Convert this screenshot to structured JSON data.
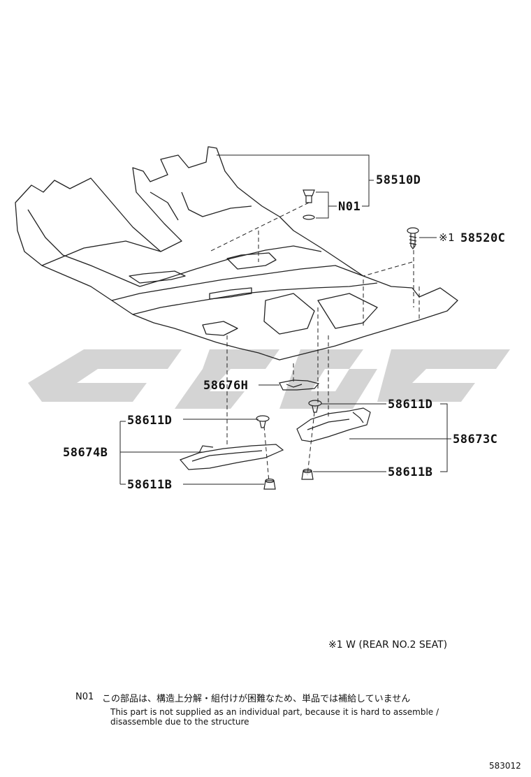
{
  "parts": {
    "p58510D": "58510D",
    "pN01": "N01",
    "p58520C": "58520C",
    "mark1": "※1",
    "p58676H": "58676H",
    "p58611D_right": "58611D",
    "p58611D_left": "58611D",
    "p58673C": "58673C",
    "p58674B": "58674B",
    "p58611B_right": "58611B",
    "p58611B_left": "58611B"
  },
  "notes": {
    "footnote": "※1 W (REAR NO.2 SEAT)",
    "n01_code": "N01",
    "n01_jp": "この部品は、構造上分解・組付けが困難なため、単品では補給していません",
    "n01_en_line1": "This part is not supplied as an individual part, because it is hard to assemble /",
    "n01_en_line2": "disassemble due to the structure"
  },
  "figure_number": "583012",
  "colors": {
    "line": "#222222",
    "watermark": "#d4d4d4",
    "text": "#111111"
  }
}
